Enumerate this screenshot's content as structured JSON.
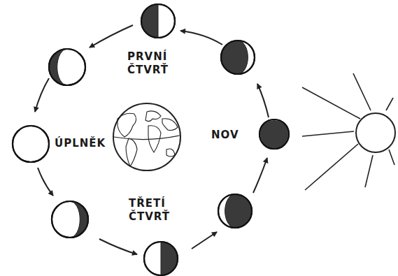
{
  "diagram": {
    "labels": [
      "PRVNÍ ČTVRŤ",
      "ÚPLNĚK",
      "NOV",
      "TŘETÍ ČTVRŤ"
    ]
  }
}
